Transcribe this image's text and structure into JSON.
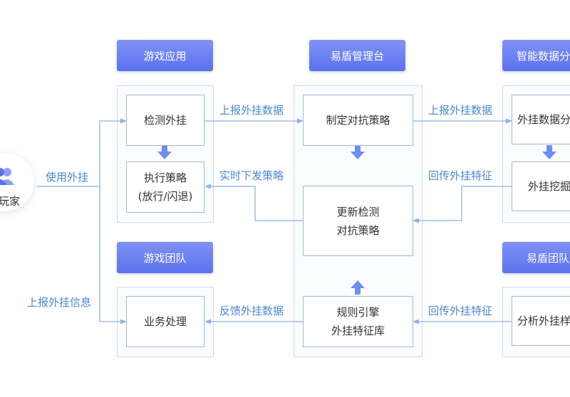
{
  "headers": {
    "game_app": "游戏应用",
    "yidun_console": "易盾管理台",
    "smart_analysis": "智能数据分析",
    "game_team": "游戏团队",
    "yidun_team": "易盾团队"
  },
  "nodes": {
    "detect_cheat": "检测外挂",
    "exec_strategy": "执行策略\n(放行/闪退)",
    "biz_process": "业务处理",
    "make_strategy": "制定对抗策略",
    "update_strategy": "更新检测\n对抗策略",
    "rule_engine": "规则引擎\n外挂特征库",
    "cheat_analysis": "外挂数据分析",
    "cheat_mining": "外挂挖掘",
    "analyze_cheat": "分析外挂样本"
  },
  "player": {
    "label": "玩家"
  },
  "labels": {
    "use_cheat": "使用外挂",
    "report_cheat_info": "上报外挂信息",
    "report_data_1": "上报外挂数据",
    "realtime_push": "实时下发策略",
    "feedback_data": "反馈外挂数据",
    "report_data_2": "上报外挂数据",
    "return_feature_1": "回传外挂特征",
    "return_feature_2": "回传外挂特征"
  },
  "colors": {
    "header_gradient_top": "#7f92f5",
    "header_gradient_bottom": "#5c72ee",
    "connector": "#8fb3e3",
    "label_text": "#4a86d4"
  }
}
